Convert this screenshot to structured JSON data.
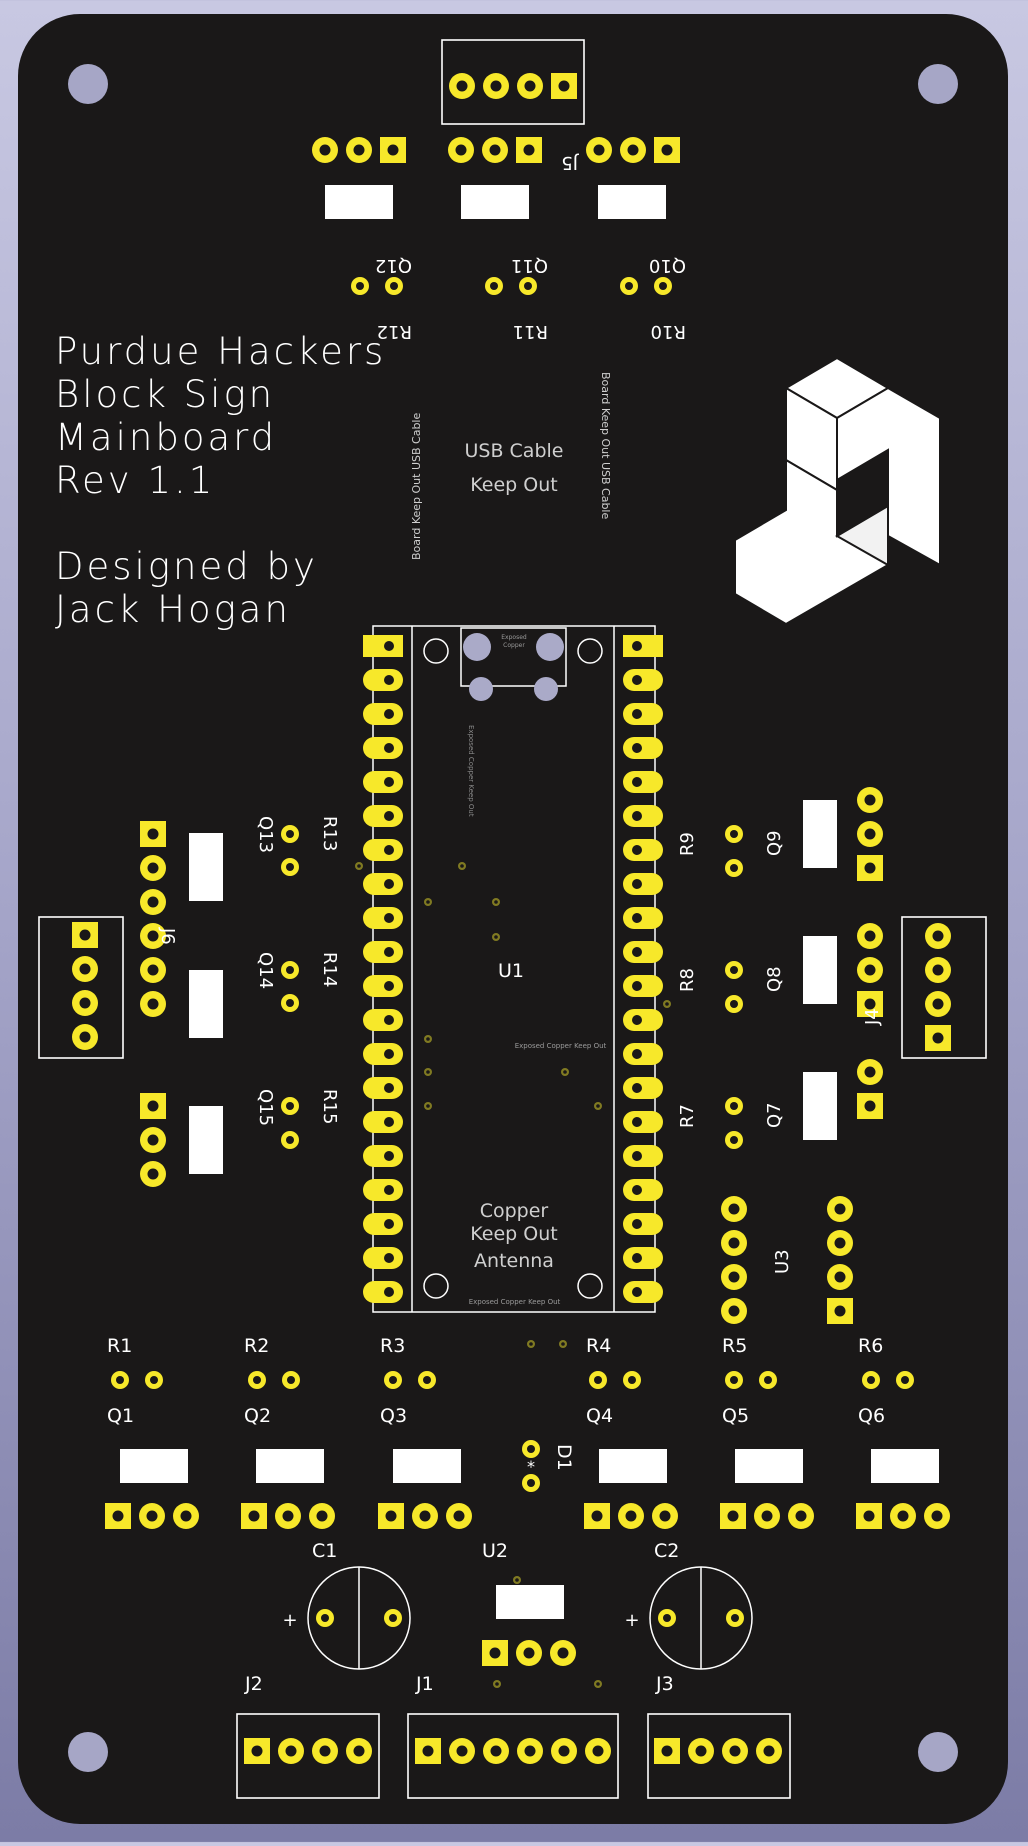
{
  "title_block": {
    "line1": "Purdue Hackers",
    "line2": "Block Sign",
    "line3": "Mainboard",
    "line4": "Rev 1.1",
    "designer1": "Designed by",
    "designer2": "Jack Hogan"
  },
  "notes": {
    "usb_keepout_1": "USB Cable",
    "usb_keepout_2": "Keep Out",
    "board_keepout": "Board Keep Out USB Cable",
    "antenna_1": "Copper",
    "antenna_2": "Keep Out",
    "antenna_3": "Antenna",
    "exposed_copper": "Exposed Copper Keep Out",
    "usb_copper_1": "Exposed",
    "usb_copper_2": "Copper"
  },
  "refs": {
    "U1": "U1",
    "U2": "U2",
    "U3": "U3",
    "D1": "D1",
    "J1": "J1",
    "J2": "J2",
    "J3": "J3",
    "J4": "J4",
    "J5": "J5",
    "J6": "J6",
    "C1": "C1",
    "C2": "C2",
    "R1": "R1",
    "R2": "R2",
    "R3": "R3",
    "R4": "R4",
    "R5": "R5",
    "R6": "R6",
    "R7": "R7",
    "R8": "R8",
    "R9": "R9",
    "R10": "R10",
    "R11": "R11",
    "R12": "R12",
    "R13": "R13",
    "R14": "R14",
    "R15": "R15",
    "Q1": "Q1",
    "Q2": "Q2",
    "Q3": "Q3",
    "Q4": "Q4",
    "Q5": "Q5",
    "Q6": "Q6",
    "Q7": "Q7",
    "Q8": "Q8",
    "Q9": "Q9",
    "Q10": "Q10",
    "Q11": "Q11",
    "Q12": "Q12",
    "Q13": "Q13",
    "Q14": "Q14",
    "Q15": "Q15",
    "plus": "+",
    "star": "*"
  },
  "colors": {
    "board": "#1a1818",
    "copper_pad": "#f7e82a",
    "silkscreen": "#ffffff",
    "background": "#a4a4c8"
  }
}
